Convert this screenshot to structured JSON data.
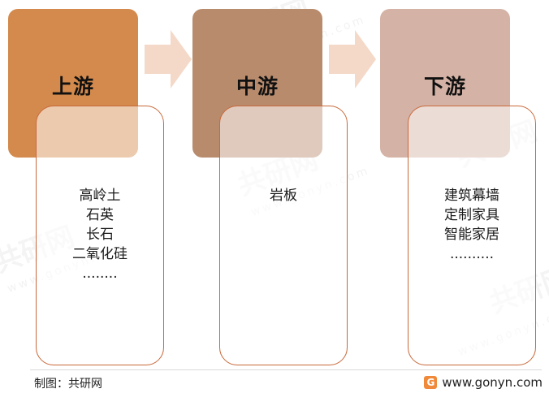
{
  "stages": [
    {
      "title": "上游",
      "color": "#d48a4c",
      "items": [
        "高岭土",
        "石英",
        "长石",
        "二氧化硅",
        "........"
      ]
    },
    {
      "title": "中游",
      "color": "#b88b6d",
      "items": [
        "岩板"
      ]
    },
    {
      "title": "下游",
      "color": "#d4b2a5",
      "items": [
        "建筑幕墙",
        "定制家具",
        "智能家居",
        ".........."
      ]
    }
  ],
  "arrow_color": "#f4d9c8",
  "border_color": "#c8693a",
  "footer": {
    "credit": "制图：共研网",
    "site": "www.gonyn.com",
    "logo_glyph": "G"
  },
  "watermark": {
    "brand": "共研网",
    "url": "www.gonyn.com"
  }
}
